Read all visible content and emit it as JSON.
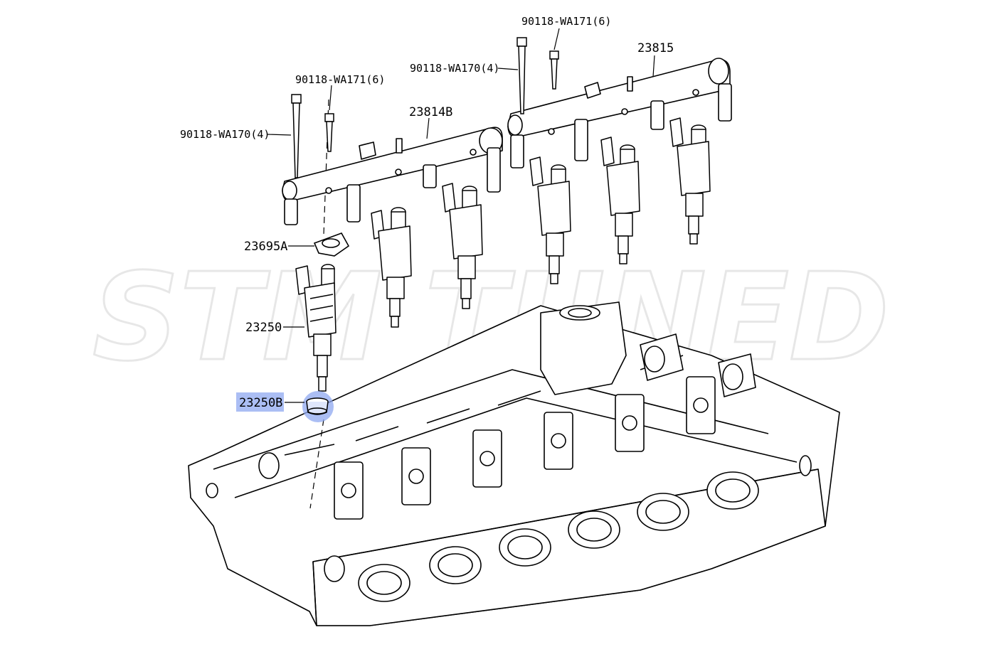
{
  "diagram": {
    "watermark": "STM TUNED",
    "highlight_color": "#8fa8f0",
    "labels": {
      "bolt_a_top": "90118-WA171(6)",
      "bolt_b_top": "90118-WA170(4)",
      "rail_right": "23815",
      "bolt_a_left": "90118-WA171(6)",
      "rail_left": "23814B",
      "bolt_b_left": "90118-WA170(4)",
      "insulator": "23695A",
      "injector": "23250",
      "seal": "23250B"
    }
  }
}
